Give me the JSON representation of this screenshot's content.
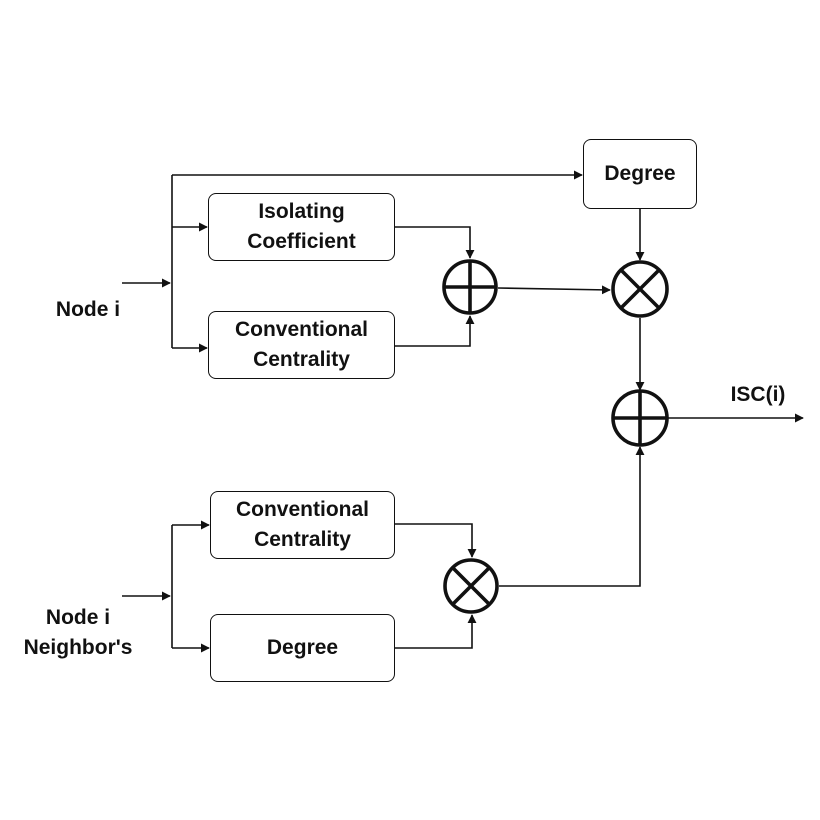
{
  "inputs": {
    "node": "Node i",
    "neighbors_line1": "Node i",
    "neighbors_line2": "Neighbor's"
  },
  "blocks": {
    "isolating_line1": "Isolating",
    "isolating_line2": "Coefficient",
    "conventional_top_line1": "Conventional",
    "conventional_top_line2": "Centrality",
    "degree_top": "Degree",
    "conventional_bottom_line1": "Conventional",
    "conventional_bottom_line2": "Centrality",
    "degree_bottom": "Degree"
  },
  "output": {
    "label": "ISC(i)"
  },
  "operators": [
    "sum",
    "product",
    "sum",
    "product"
  ]
}
